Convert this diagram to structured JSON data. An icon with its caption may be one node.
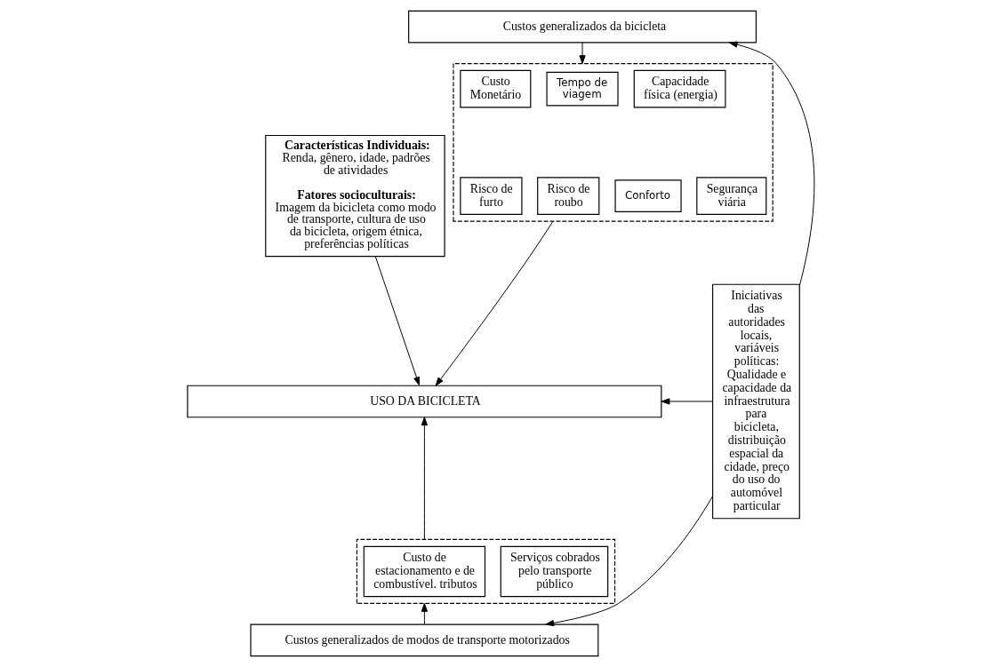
{
  "diagram": {
    "nodes": [
      {
        "text": [
          "Características Individuais:",
          "Renda, gênero, idade, padrões de atividades",
          "Fatores socioculturais:",
          "Imagem da bicicleta como modo de transporte, cultura de uso da bicicleta, origem étnica, preferências políticas"
        ]
      },
      {
        "text": [
          "Custos generalizados da bicicleta"
        ]
      },
      {
        "text": [],
        "shape": "box"
      },
      {
        "text": [
          "Custo Monetário"
        ],
        "in": 2
      },
      {
        "text": [
          "Tempo de viagem"
        ],
        "in": 2
      },
      {
        "text": [
          "Capacidade física (energia)"
        ],
        "in": 2
      },
      {
        "text": [
          "Risco de furto"
        ],
        "in": 2
      },
      {
        "text": [
          "Risco de roubo"
        ],
        "in": 2
      },
      {
        "text": [
          "Conforto"
        ],
        "in": 2
      },
      {
        "text": [
          "Segurança viária"
        ],
        "in": 2
      },
      {
        "text": [
          "USO DA BICICLETA"
        ]
      },
      {
        "text": [],
        "shape": "box"
      },
      {
        "text": [
          "Custo de estacionamento e de combustível. tributos"
        ],
        "in": 11
      },
      {
        "text": [
          "Serviços cobrados pelo transporte público"
        ],
        "in": 11
      },
      {
        "text": [
          "Custos generalizados de modos de transporte motorizados"
        ]
      },
      {
        "text": [
          "Iniciativas das autoridades locais, variáveis políticas:",
          "Qualidade e capacidade da infraestrutura para bicicleta, distribuição espacial da cidade, preço do uso do automóvel particular"
        ]
      }
    ],
    "edges": [
      {
        "from": 15,
        "to": 1,
        "arrow": "to"
      },
      {
        "from": 1,
        "to": 2,
        "arrow": "to"
      },
      {
        "from": 0,
        "to": 10,
        "arrow": "to"
      },
      {
        "from": 2,
        "to": 10,
        "arrow": "to"
      },
      {
        "from": 15,
        "to": 10,
        "arrow": "to"
      },
      {
        "from": 11,
        "to": 10,
        "arrow": "to"
      },
      {
        "from": 14,
        "to": 11,
        "arrow": "to"
      },
      {
        "from": 15,
        "to": 14,
        "arrow": "to"
      }
    ]
  }
}
